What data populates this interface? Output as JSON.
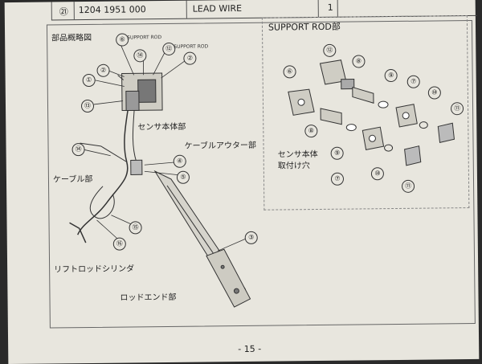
{
  "table": {
    "row_no": "㉑",
    "part_no": "1204 1951 000",
    "description": "LEAD WIRE",
    "qty": "1"
  },
  "left_panel": {
    "title": "部品概略図",
    "callouts": [
      "①",
      "②",
      "②",
      "③",
      "④",
      "⑤",
      "⑥",
      "⑫",
      "⑬",
      "⑭",
      "⑭",
      "⑮",
      "⑯"
    ],
    "small_label_1": "SUPPORT ROD",
    "small_label_2": "SUPPORT ROD",
    "labels": {
      "sensor_body": "センサ本体部",
      "cable_outer": "ケーブルアウター部",
      "cable": "ケーブル部",
      "lift_rod_cylinder": "リフトロッドシリンダ",
      "rod_end": "ロッドエンド部"
    }
  },
  "right_panel": {
    "title": "SUPPORT ROD部",
    "hole_label_line1": "センサ本体",
    "hole_label_line2": "取付け穴",
    "callouts": [
      "⑥",
      "⑫",
      "⑧",
      "⑨",
      "⑦",
      "⑩",
      "⑪",
      "⑧",
      "⑨",
      "⑦",
      "⑩",
      "⑪"
    ]
  },
  "footer": {
    "page_number": "- 15 -"
  }
}
